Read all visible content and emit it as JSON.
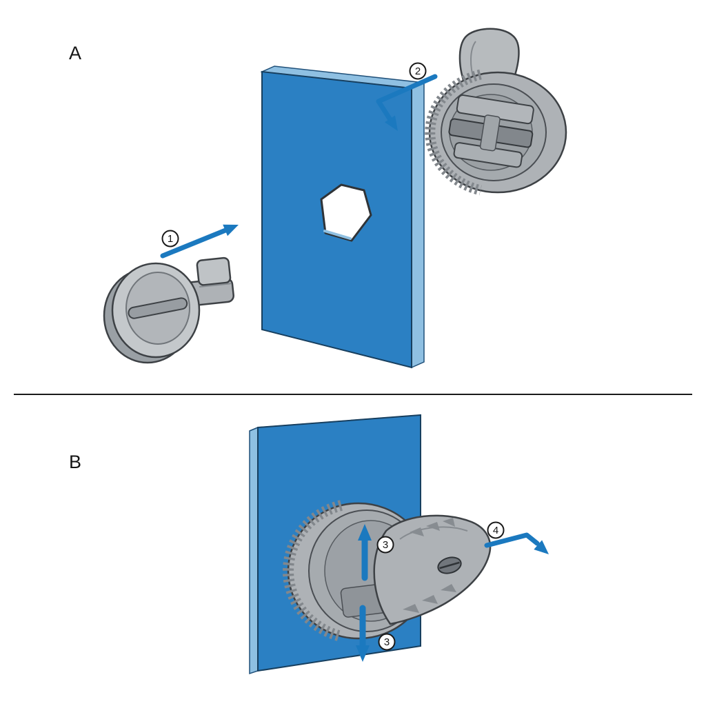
{
  "figure": {
    "type": "assembly-instruction-diagram",
    "background": "#ffffff",
    "colors": {
      "panel_front": "#2b80c3",
      "panel_edge": "#8fc0e2",
      "arrow": "#1b79bf",
      "part_light": "#c4c8cb",
      "part_mid": "#aeb2b6",
      "part_dark": "#82878c",
      "outline": "#3d4145",
      "divider": "#1a1a1a"
    },
    "sections": {
      "a": {
        "label": "A",
        "steps": {
          "s1": "1",
          "s2": "2"
        }
      },
      "b": {
        "label": "B",
        "steps": {
          "s3": "3",
          "s4": "4"
        }
      }
    }
  }
}
